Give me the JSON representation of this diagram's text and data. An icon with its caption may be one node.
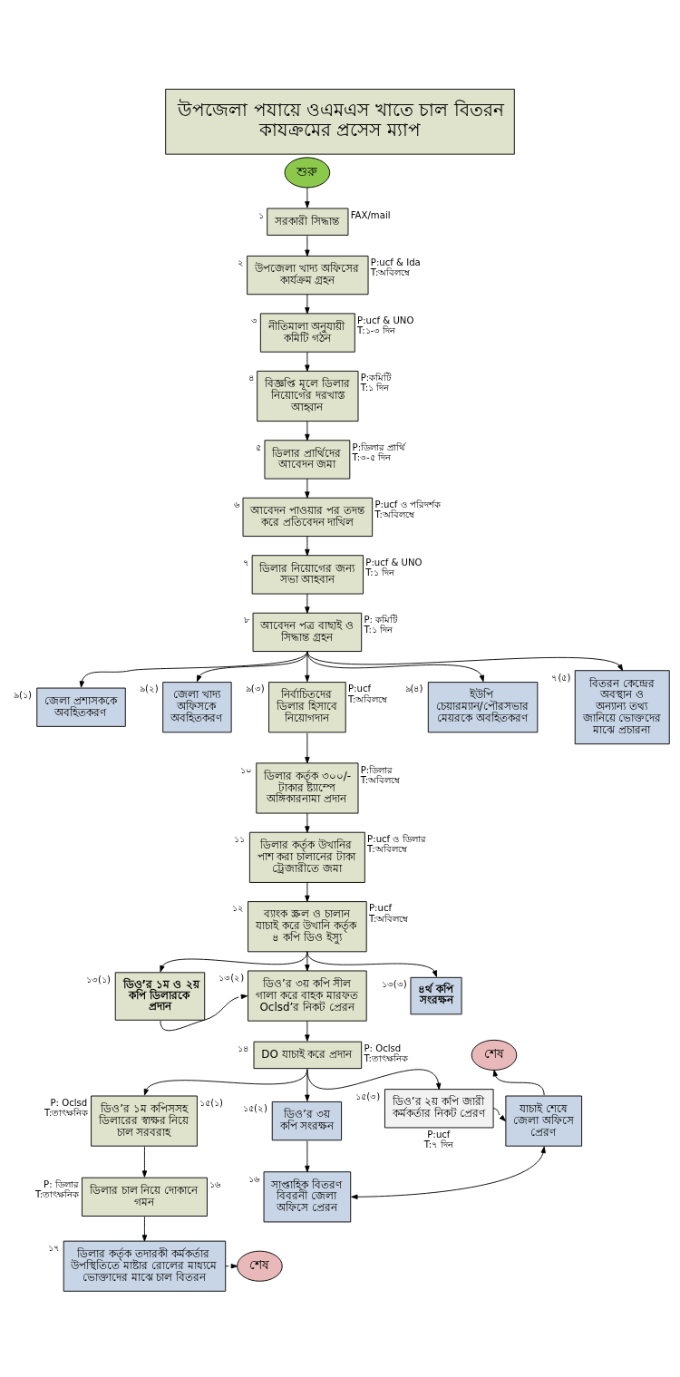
{
  "diagram": {
    "title": "উপজেলা পযায়ে ওএমএস খাতে চাল বিতরন কাযক্রমের প্রসেস ম্যাপ",
    "nodes": [
      {
        "text": [
          "শুরু"
        ]
      },
      {
        "text": [
          "সরকারী সিদ্ধান্ত"
        ],
        "beside": [
          "১",
          "FAX/mail"
        ]
      },
      {
        "text": [
          "উপজেলা খাদ্য অফিসের কার্যক্রম গ্রহন"
        ],
        "beside": [
          "২",
          "P:ucf & Ida",
          "T:অবিলম্বে"
        ]
      },
      {
        "text": [
          "নীতিমালা অনুযায়ী কমিটি গঠন"
        ],
        "beside": [
          "৩",
          "P:ucf & UNO",
          "T:১-৩ দিন"
        ]
      },
      {
        "text": [
          "বিজ্ঞপ্তি মূলে ডিলার নিয়োগের দরখাস্ত আহ্বান"
        ],
        "beside": [
          "৪",
          "P:কমিটি",
          "T:১ দিন"
        ]
      },
      {
        "text": [
          "ডিলার প্রার্থিদের আবেদন জমা"
        ],
        "beside": [
          "৫",
          "P:ডিলার প্রার্থি",
          "T:৩-৫ দিন"
        ]
      },
      {
        "text": [
          "আবেদন পাওয়ার পর তদন্ত করে প্রতিবেদন দাখিল"
        ],
        "beside": [
          "৬",
          "P:ucf ও পরিদর্শক",
          "T:অবিলম্বে"
        ]
      },
      {
        "text": [
          "ডিলার নিয়োগের জন্য সভা আহবান"
        ],
        "beside": [
          "৭",
          "P:ucf & UNO",
          "T:১ দিন"
        ]
      },
      {
        "text": [
          "আবেদন পত্র বাছাই ও সিদ্ধান্ত গ্রহন"
        ],
        "beside": [
          "৮",
          "P: কমিটি",
          "T:১ দিন"
        ]
      },
      {
        "text": [
          "জেলা প্রশাসককে অবহিতকরণ"
        ],
        "beside": [
          "৯(১)"
        ]
      },
      {
        "text": [
          "জেলা খাদ্য অফিসকে অবহিতকরণ"
        ],
        "beside": [
          "৯(২)"
        ]
      },
      {
        "text": [
          "নির্বাচিতদের ডিলার হিসাবে নিয়োগদান"
        ],
        "beside": [
          "৯(৩)",
          "P:ucf",
          "T:অবিলম্বে"
        ]
      },
      {
        "text": [
          "ইউপি চেয়ারম্যান/পৌরসভার মেয়রকে অবহিতকরণ"
        ],
        "beside": [
          "৯(৪)"
        ]
      },
      {
        "text": [
          "বিতরন কেন্দ্রের অবস্থান ও অন্যান্য তথ্য জানিয়ে ভোক্তদের মাঝে প্রচারনা"
        ],
        "beside": [
          "৭(৫)"
        ]
      },
      {
        "text": [
          "ডিলার কর্তৃক ৩০০/- টাকার ষ্ট্যাম্পে অঙ্গিকারনামা প্রদান"
        ],
        "beside": [
          "১০",
          "P:ডিলার",
          "T:অবিলম্বে"
        ]
      },
      {
        "text": [
          "ডিলার কর্তৃক উখানির পাশ করা চালানের টাকা ট্রেজারীতে জমা"
        ],
        "beside": [
          "১১",
          "P:ucf ও ডিলার",
          "T:অবিলম্বে"
        ]
      },
      {
        "text": [
          "ব্যাংক স্ক্রল ও চালান যাচাই করে উখানি কর্তৃক ৪ কপি ডিও ইস্যু"
        ],
        "beside": [
          "১২",
          "P:ucf",
          "T:অবিলম্বে"
        ]
      },
      {
        "text": [
          "ডিও’র ১ম ও ২য় কপি ডিলারকে প্রদান"
        ],
        "beside": [
          "১৩(১)"
        ]
      },
      {
        "text": [
          "ডিও’র ৩য় কপি সীল গালা করে বাহক মারফত Oclsd’র নিকট প্রেরন"
        ],
        "beside": [
          "১৩(২)"
        ]
      },
      {
        "text": [
          "৪র্থ কপি সংরক্ষন"
        ],
        "beside": [
          "১৩(৩)"
        ]
      },
      {
        "text": [
          "DO যাচাই করে প্রদান"
        ],
        "beside": [
          "১৪",
          "P: Oclsd",
          "T:তাৎক্ষনিক"
        ]
      },
      {
        "text": [
          "ডিও’র ১ম কপিসসহ ডিলারের স্বাক্ষর নিয়ে চাল সরবরাহ"
        ],
        "beside": [
          "১৫(১)",
          "P: Oclsd",
          "T:তাৎক্ষনিক"
        ]
      },
      {
        "text": [
          "ডিও’র ৩য় কপি সংরক্ষন"
        ],
        "beside": [
          "১৫(২)"
        ]
      },
      {
        "text": [
          "ডিও’র ২য় কপি জারী কর্মকর্তার নিকট প্রেরণ"
        ],
        "beside": [
          "১৫(৩)",
          "P:ucf",
          "T:৭ দিন"
        ]
      },
      {
        "text": [
          "যাচাই শেষে জেলা অফিসে প্রেরণ"
        ]
      },
      {
        "text": [
          "শেষ"
        ]
      },
      {
        "text": [
          "ডিলার চাল নিয়ে দোকানে গমন"
        ],
        "beside": [
          "১৬",
          "P: ডিলার",
          "T:তাৎক্ষনিক"
        ]
      },
      {
        "text": [
          "সাপ্তাহিক বিতরণ বিবরনী জেলা অফিসে প্রেরন"
        ],
        "beside": [
          "১৬"
        ]
      },
      {
        "text": [
          "ডিলার কর্তৃক তদারকী কর্মকর্তার উপস্থিতিতে মাষ্টার রোলের মাধ্যমে ভোক্তাদের মাঝে চাল বিতরন"
        ],
        "beside": [
          "১৭"
        ]
      },
      {
        "text": [
          "শেষ"
        ]
      }
    ],
    "edges": [
      {
        "from": 0,
        "to": 1,
        "arrow": "to"
      },
      {
        "from": 1,
        "to": 2,
        "arrow": "to"
      },
      {
        "from": 2,
        "to": 3,
        "arrow": "to"
      },
      {
        "from": 3,
        "to": 4,
        "arrow": "to"
      },
      {
        "from": 4,
        "to": 5,
        "arrow": "to"
      },
      {
        "from": 5,
        "to": 6,
        "arrow": "to"
      },
      {
        "from": 6,
        "to": 7,
        "arrow": "to"
      },
      {
        "from": 7,
        "to": 8,
        "arrow": "to"
      },
      {
        "from": 8,
        "to": 9,
        "arrow": "to"
      },
      {
        "from": 8,
        "to": 10,
        "arrow": "to"
      },
      {
        "from": 8,
        "to": 11,
        "arrow": "to"
      },
      {
        "from": 8,
        "to": 12,
        "arrow": "to"
      },
      {
        "from": 8,
        "to": 13,
        "arrow": "to"
      },
      {
        "from": 11,
        "to": 14,
        "arrow": "to"
      },
      {
        "from": 14,
        "to": 15,
        "arrow": "to"
      },
      {
        "from": 15,
        "to": 16,
        "arrow": "to"
      },
      {
        "from": 16,
        "to": 17,
        "arrow": "to"
      },
      {
        "from": 16,
        "to": 18,
        "arrow": "to"
      },
      {
        "from": 16,
        "to": 19,
        "arrow": "to"
      },
      {
        "from": 17,
        "to": 18,
        "arrow": "to"
      },
      {
        "from": 18,
        "to": 20,
        "arrow": "to"
      },
      {
        "from": 20,
        "to": 21,
        "arrow": "to"
      },
      {
        "from": 20,
        "to": 22,
        "arrow": "to"
      },
      {
        "from": 20,
        "to": 23,
        "arrow": "to"
      },
      {
        "from": 23,
        "to": 24,
        "arrow": "to"
      },
      {
        "from": 24,
        "to": 25,
        "arrow": "to"
      },
      {
        "from": 21,
        "to": 26,
        "arrow": "to"
      },
      {
        "from": 22,
        "to": 27,
        "arrow": "to"
      },
      {
        "from": 27,
        "to": 24,
        "arrow": "both"
      },
      {
        "from": 26,
        "to": 28,
        "arrow": "to"
      },
      {
        "from": 28,
        "to": 29,
        "arrow": "to"
      }
    ]
  }
}
